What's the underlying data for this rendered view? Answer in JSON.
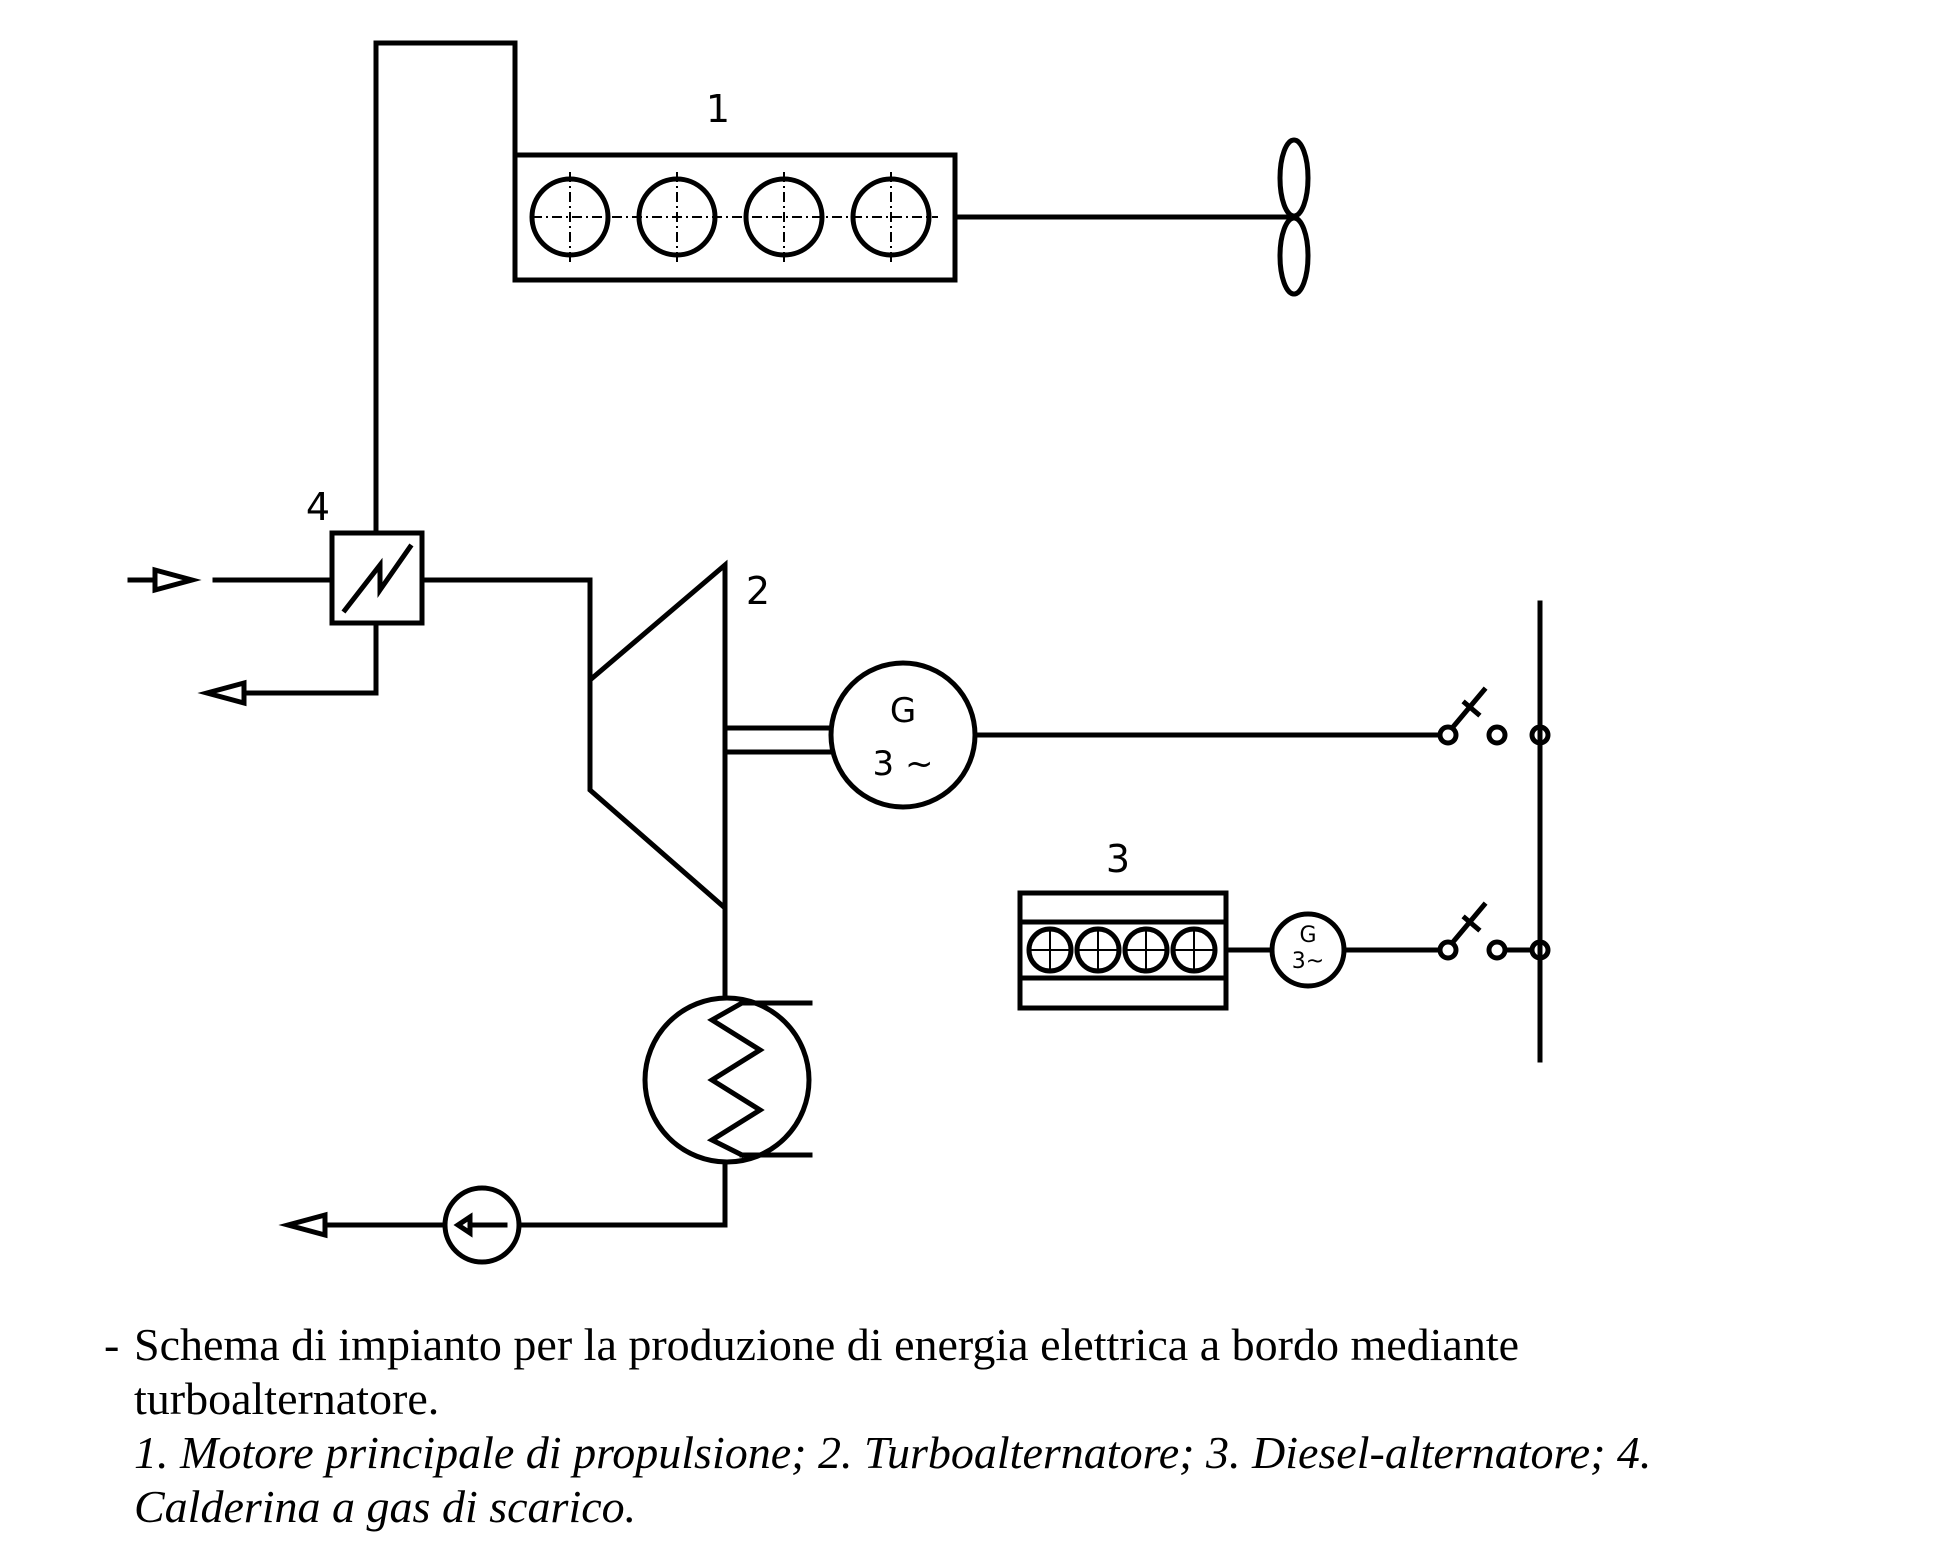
{
  "diagram": {
    "labels": {
      "motor": "1",
      "turbo": "2",
      "diesel": "3",
      "boiler": "4"
    },
    "generator_main": {
      "letter": "G",
      "phase": "3 ~"
    },
    "generator_diesel": {
      "letter": "G",
      "phase": "3~"
    }
  },
  "caption": {
    "dash": "-",
    "line1": "Schema di impianto per la produzione di energia elettrica a bordo mediante",
    "line2": "turboalternatore.",
    "line3": "1. Motore principale di propulsione; 2. Turboalternatore; 3. Diesel-alternatore; 4.",
    "line4": "Calderina a gas di scarico."
  }
}
